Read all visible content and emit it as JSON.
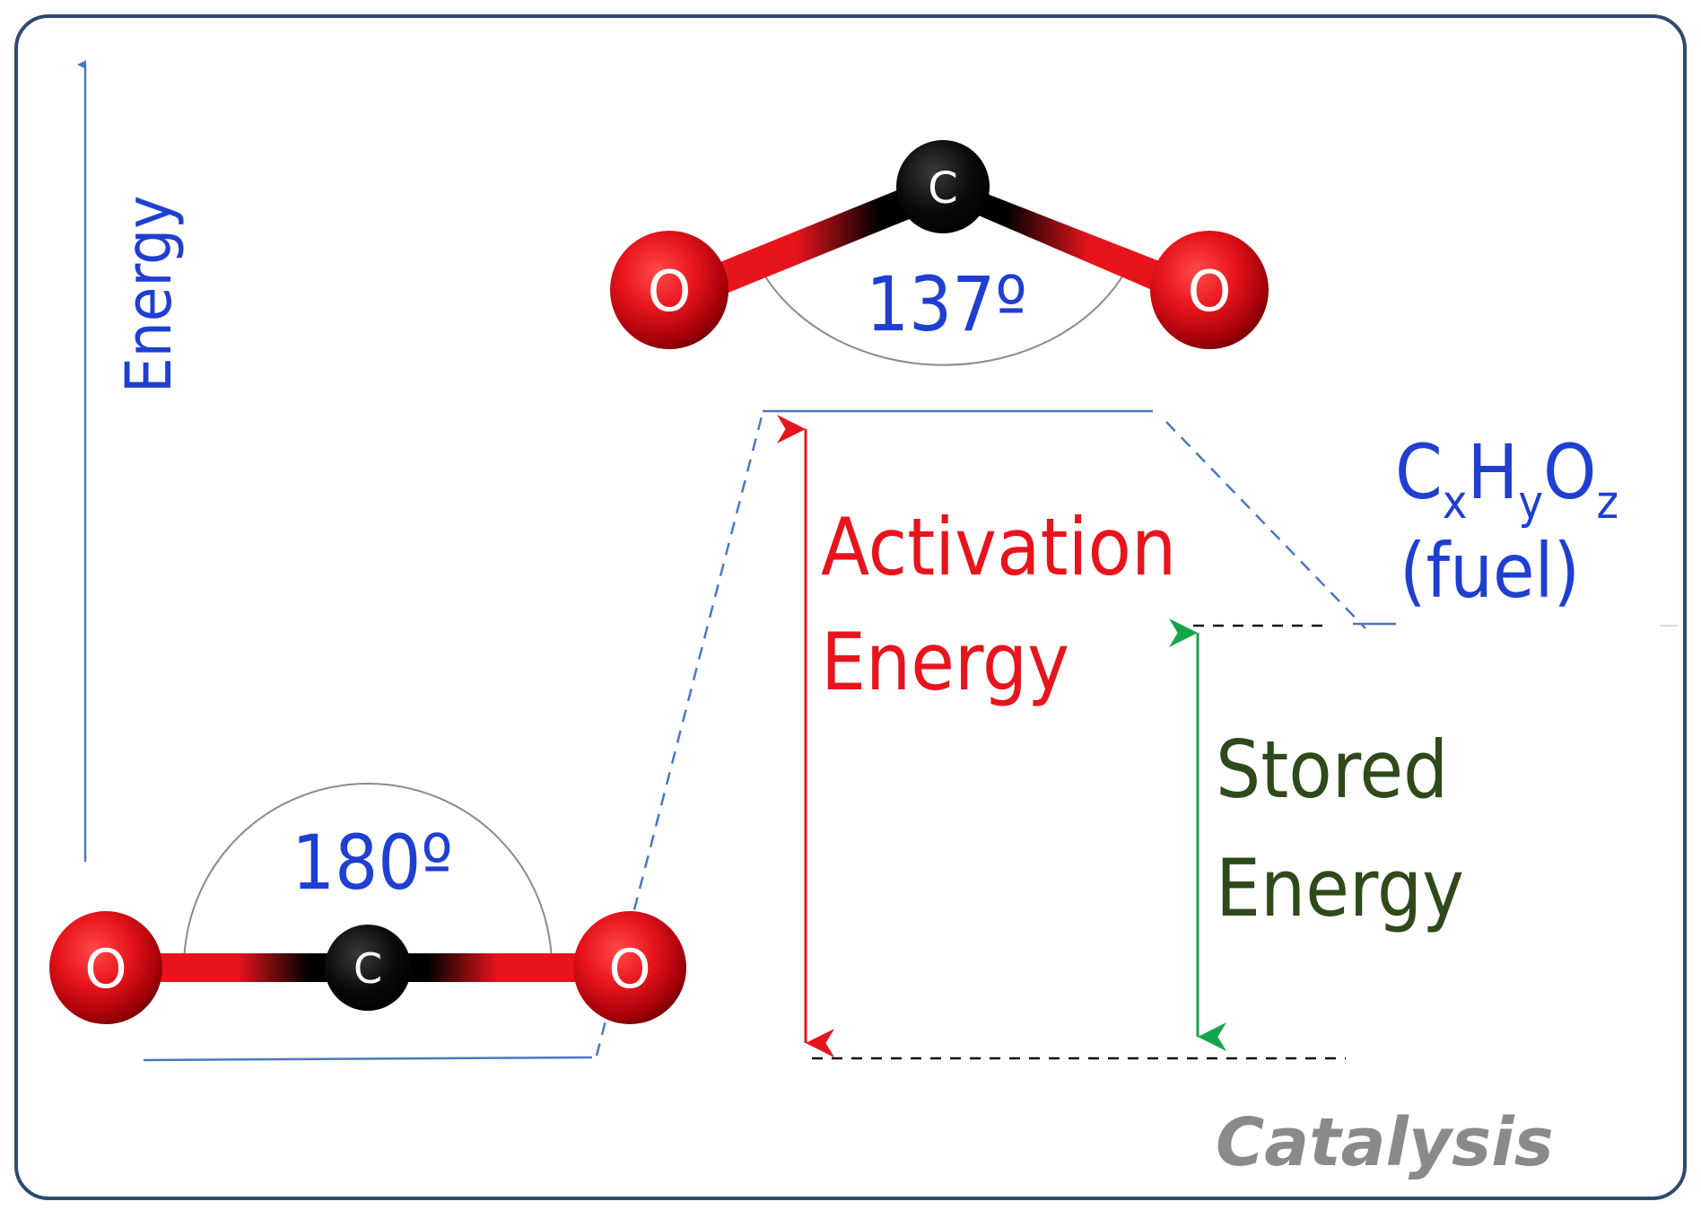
{
  "axis": {
    "label": "Energy"
  },
  "reactant": {
    "angle_label": "180º",
    "atoms": {
      "left": "O",
      "center": "C",
      "right": "O"
    }
  },
  "transition": {
    "angle_label": "137º",
    "atoms": {
      "left": "O",
      "center": "C",
      "right": "O"
    }
  },
  "product": {
    "formula": {
      "c": "C",
      "x": "x",
      "h": "H",
      "y": "y",
      "o": "O",
      "z": "z"
    },
    "note": "(fuel)"
  },
  "activation": {
    "line1": "Activation",
    "line2": "Energy"
  },
  "stored": {
    "line1": "Stored",
    "line2": "Energy"
  },
  "footer": {
    "label": "Catalysis"
  },
  "colors": {
    "frame": "#2f4a6d",
    "level": "#4a78c0",
    "axis_text": "#1f3fd0",
    "activation": "#e8141c",
    "stored_arrow": "#16a64a",
    "stored_text": "#2f4a1a",
    "oxygen": "#e8141c",
    "carbon": "#000000",
    "footer": "#8a8a8a"
  }
}
